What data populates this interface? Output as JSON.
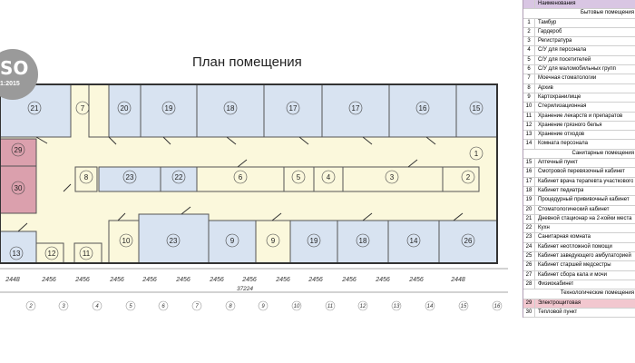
{
  "title": "План помещения",
  "iso": {
    "mark": "SO",
    "year": "1:2015"
  },
  "room_labels": [
    "21",
    "7",
    "20",
    "19",
    "18",
    "17",
    "17",
    "16",
    "15",
    "29",
    "30",
    "8",
    "23",
    "22",
    "6",
    "5",
    "4",
    "3",
    "2",
    "1",
    "13",
    "12",
    "11",
    "10",
    "23",
    "9",
    "9",
    "19",
    "18",
    "14",
    "26"
  ],
  "dimensions": [
    "2448",
    "2456",
    "2456",
    "2456",
    "2456",
    "2456",
    "2456",
    "2456",
    "2456",
    "2456",
    "2456",
    "2456",
    "2456",
    "2448"
  ],
  "total_dimension": "37224",
  "axis_numbers": [
    "2",
    "3",
    "4",
    "5",
    "6",
    "7",
    "8",
    "9",
    "10",
    "11",
    "12",
    "13",
    "14",
    "15",
    "16"
  ],
  "legend": {
    "header": "Наименования",
    "rows": [
      {
        "kind": "section",
        "text": "Бытовые помещения"
      },
      {
        "kind": "item",
        "num": "1",
        "text": "Тамбур"
      },
      {
        "kind": "item",
        "num": "2",
        "text": "Гардероб"
      },
      {
        "kind": "item",
        "num": "3",
        "text": "Регистратура"
      },
      {
        "kind": "item",
        "num": "4",
        "text": "С/У для персонала"
      },
      {
        "kind": "item",
        "num": "5",
        "text": "С/У для посетителей"
      },
      {
        "kind": "item",
        "num": "6",
        "text": "С/У для маломобильных групп"
      },
      {
        "kind": "item",
        "num": "7",
        "text": "Моечная стоматологии"
      },
      {
        "kind": "item",
        "num": "8",
        "text": "Архив"
      },
      {
        "kind": "item",
        "num": "9",
        "text": "Картохранилище"
      },
      {
        "kind": "item",
        "num": "10",
        "text": "Стерилизационная"
      },
      {
        "kind": "item",
        "num": "11",
        "text": "Хранение лекарств и препаратов"
      },
      {
        "kind": "item",
        "num": "12",
        "text": "Хранение грязного белья"
      },
      {
        "kind": "item",
        "num": "13",
        "text": "Хранение отходов"
      },
      {
        "kind": "item",
        "num": "14",
        "text": "Комната персонала"
      },
      {
        "kind": "section",
        "text": "Санитарные помещения"
      },
      {
        "kind": "item",
        "num": "15",
        "text": "Аптечный пункт"
      },
      {
        "kind": "item",
        "num": "16",
        "text": "Смотровой перевязочный кабинет"
      },
      {
        "kind": "item",
        "num": "17",
        "text": "Кабинет врача терапевта участкового"
      },
      {
        "kind": "item",
        "num": "18",
        "text": "Кабинет педиатра"
      },
      {
        "kind": "item",
        "num": "19",
        "text": "Процедурный прививочный кабинет"
      },
      {
        "kind": "item",
        "num": "20",
        "text": "Стоматологический кабинет"
      },
      {
        "kind": "item",
        "num": "21",
        "text": "Дневной стационар на 2-койки места"
      },
      {
        "kind": "item",
        "num": "22",
        "text": "Кухн"
      },
      {
        "kind": "item",
        "num": "23",
        "text": "Санитарная комната"
      },
      {
        "kind": "item",
        "num": "24",
        "text": "Кабинет неотложной помощи"
      },
      {
        "kind": "item",
        "num": "25",
        "text": "Кабинет заведующего амбулаторией"
      },
      {
        "kind": "item",
        "num": "26",
        "text": "Кабинет старшей медсестры"
      },
      {
        "kind": "item",
        "num": "27",
        "text": "Кабинет сбора кала и мочи"
      },
      {
        "kind": "item",
        "num": "28",
        "text": "Физиокабинет"
      },
      {
        "kind": "section",
        "text": "Технологические помещения"
      },
      {
        "kind": "item",
        "num": "29",
        "text": "Электрощитовая",
        "red": true
      },
      {
        "kind": "item",
        "num": "30",
        "text": "Тепловой пункт"
      }
    ]
  }
}
